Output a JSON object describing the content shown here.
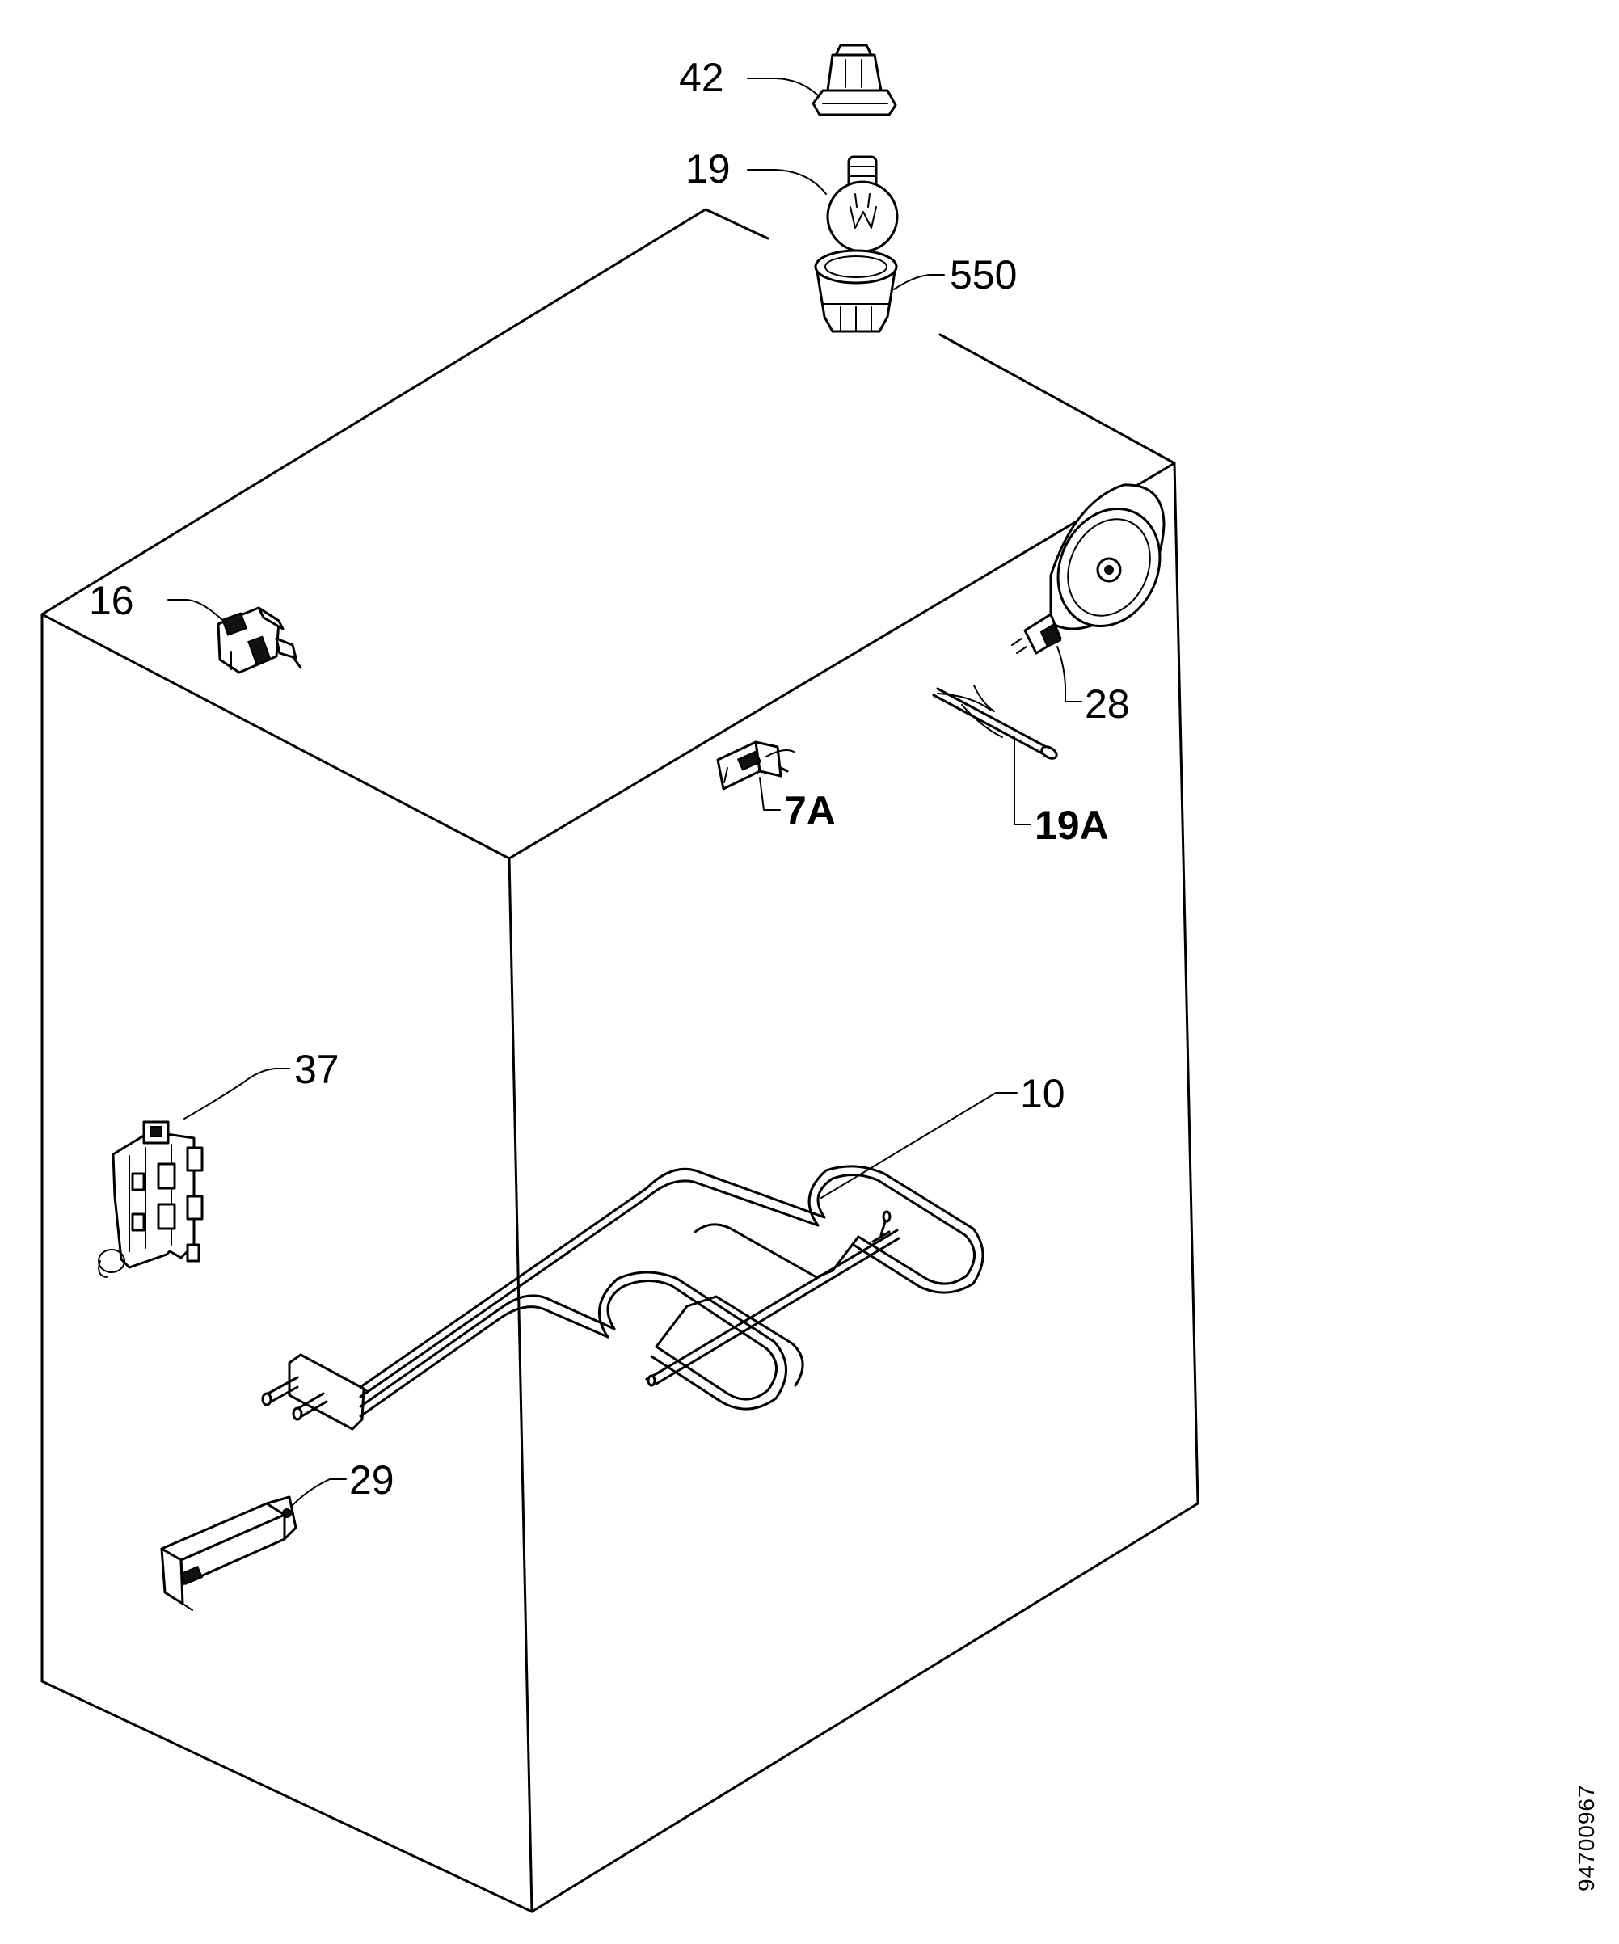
{
  "diagram": {
    "labels": {
      "p42": "42",
      "p19": "19",
      "p550": "550",
      "p16": "16",
      "p28": "28",
      "p7a": "7A",
      "p19a": "19A",
      "p37": "37",
      "p10": "10",
      "p29": "29"
    },
    "reference_code": "94700967"
  }
}
